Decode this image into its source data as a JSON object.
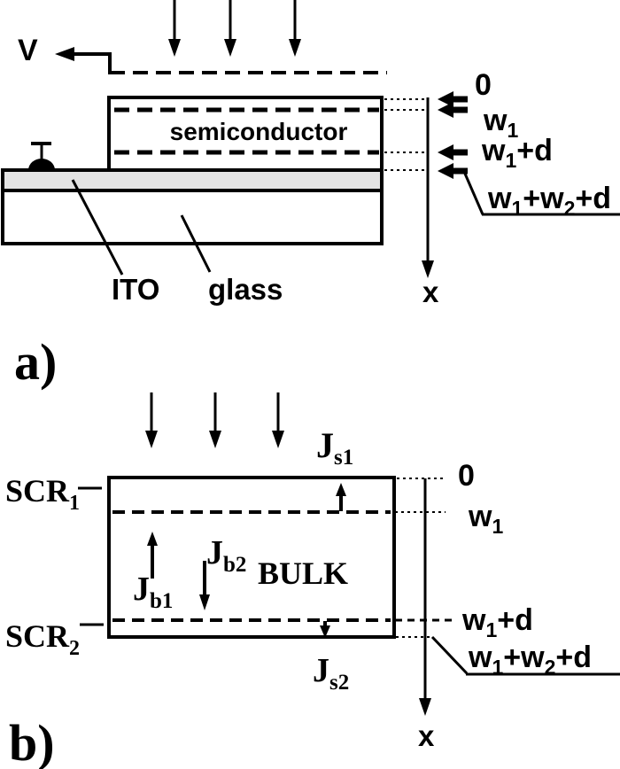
{
  "panel_a": {
    "label": "a)",
    "voltage": "V",
    "semiconductor": "semiconductor",
    "ito": "ITO",
    "glass": "glass"
  },
  "panel_b": {
    "label": "b)",
    "scr1_base": "SCR",
    "scr1_sub": "1",
    "scr2_base": "SCR",
    "scr2_sub": "2",
    "bulk": "BULK",
    "js1_base": "J",
    "js1_sub": "s1",
    "jb1_base": "J",
    "jb1_sub": "b1",
    "jb2_base": "J",
    "jb2_sub": "b2",
    "js2_base": "J",
    "js2_sub": "s2"
  },
  "axis": {
    "zero": "0",
    "x": "x",
    "w1_base": "w",
    "w1_sub": "1",
    "w1d_base": "w",
    "w1d_sub": "1",
    "w1d_suffix": "+d",
    "w1w2d_p1": "w",
    "w1w2d_s1": "1",
    "w1w2d_p2": "+w",
    "w1w2d_s2": "2",
    "w1w2d_p3": "+d"
  },
  "colors": {
    "ink": "#000000",
    "ito_fill": "#e3e3e3",
    "background": "#ffffff"
  }
}
